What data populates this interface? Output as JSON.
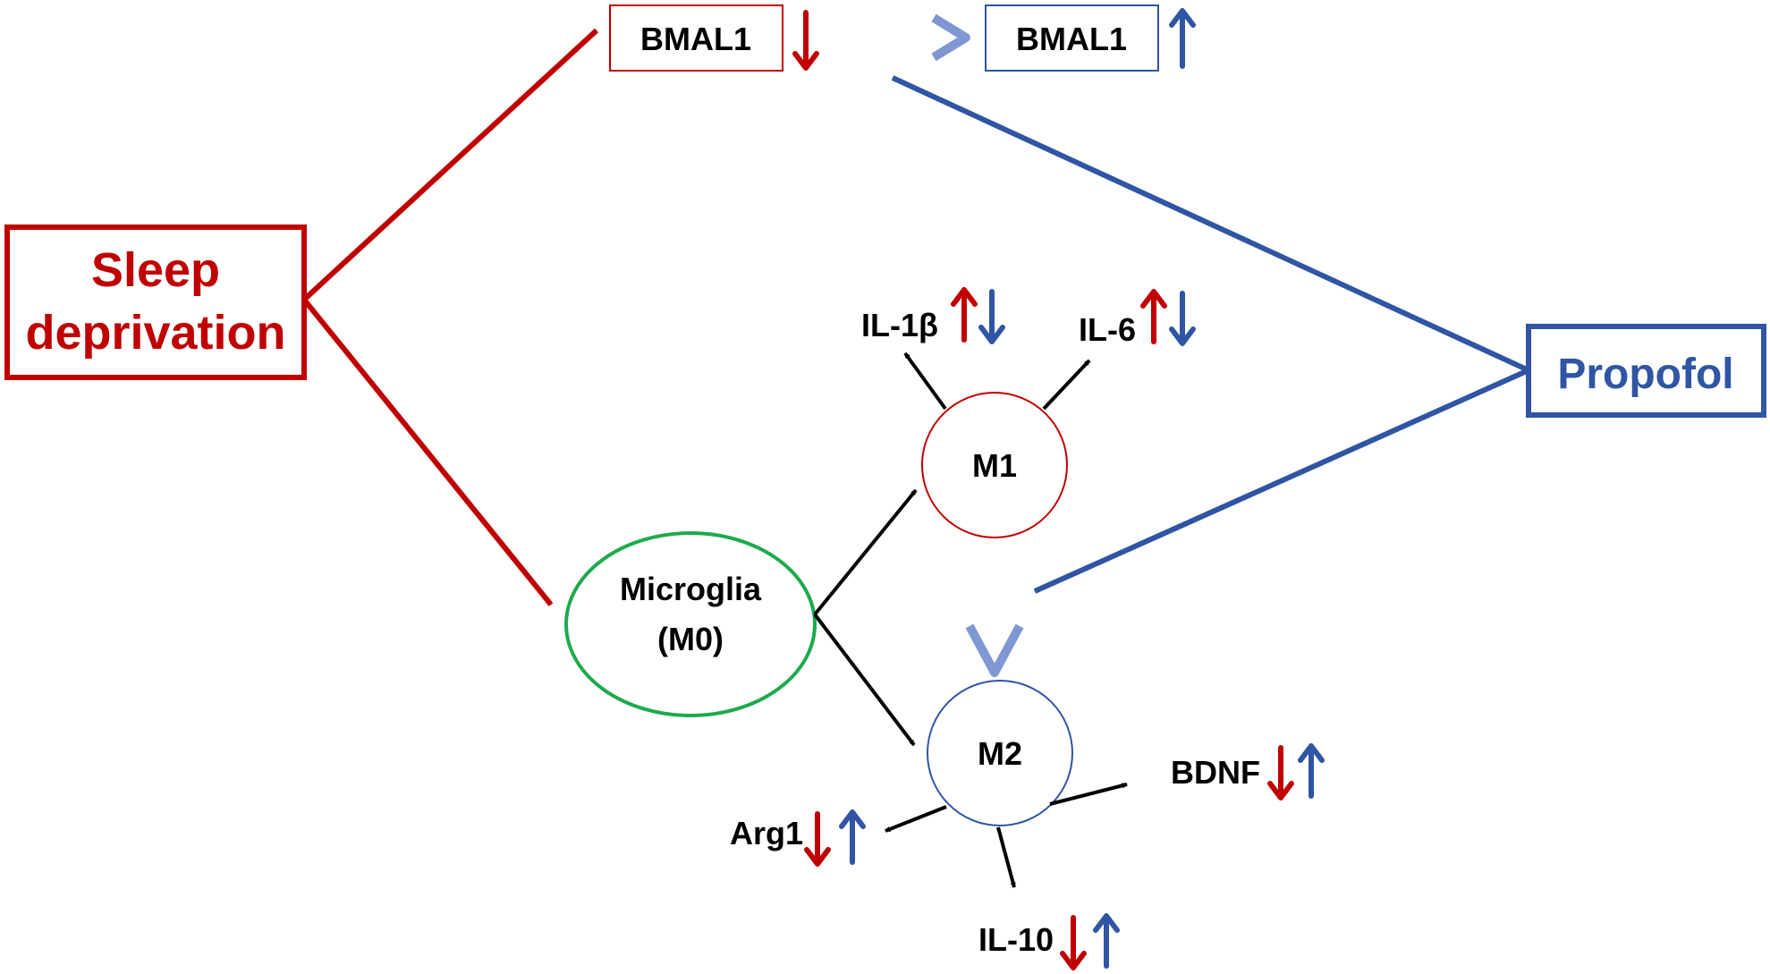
{
  "colors": {
    "red": "#C00000",
    "blue": "#2F55A4",
    "green": "#1DAA4C",
    "black": "#000000"
  },
  "nodes": {
    "sleep_deprivation": {
      "line1": "Sleep",
      "line2": "deprivation"
    },
    "propofol": {
      "label": "Propofol"
    },
    "bmal1_down": {
      "label": "BMAL1",
      "indicator": "down-arrow"
    },
    "bmal1_up": {
      "label": "BMAL1",
      "indicator": "up-arrow"
    },
    "microglia": {
      "line1": "Microglia",
      "line2": "(M0)"
    },
    "m1": {
      "label": "M1"
    },
    "m2": {
      "label": "M2"
    }
  },
  "markers": {
    "il1b": {
      "label": "IL-1β",
      "sleep_deprivation": "up",
      "propofol": "down"
    },
    "il6": {
      "label": "IL-6",
      "sleep_deprivation": "up",
      "propofol": "down"
    },
    "bdnf": {
      "label": "BDNF",
      "sleep_deprivation": "down",
      "propofol": "up"
    },
    "arg1": {
      "label": "Arg1",
      "sleep_deprivation": "down",
      "propofol": "up"
    },
    "il10": {
      "label": "IL-10",
      "sleep_deprivation": "down",
      "propofol": "up"
    }
  },
  "edges": [
    {
      "from": "sleep_deprivation",
      "to": "bmal1_down",
      "color": "red"
    },
    {
      "from": "sleep_deprivation",
      "to": "microglia",
      "color": "red"
    },
    {
      "from": "propofol",
      "to": "bmal1_up",
      "color": "blue"
    },
    {
      "from": "propofol",
      "to": "m2",
      "color": "blue"
    },
    {
      "from": "bmal1_down",
      "to": "bmal1_up",
      "color": "gradient"
    },
    {
      "from": "m1",
      "to": "m2",
      "color": "gradient"
    },
    {
      "from": "microglia",
      "to": "m1",
      "color": "black"
    },
    {
      "from": "microglia",
      "to": "m2",
      "color": "black"
    },
    {
      "from": "m1",
      "to": "il1b",
      "color": "black"
    },
    {
      "from": "m1",
      "to": "il6",
      "color": "black"
    },
    {
      "from": "m2",
      "to": "bdnf",
      "color": "black"
    },
    {
      "from": "m2",
      "to": "arg1",
      "color": "black"
    },
    {
      "from": "m2",
      "to": "il10",
      "color": "black"
    }
  ]
}
